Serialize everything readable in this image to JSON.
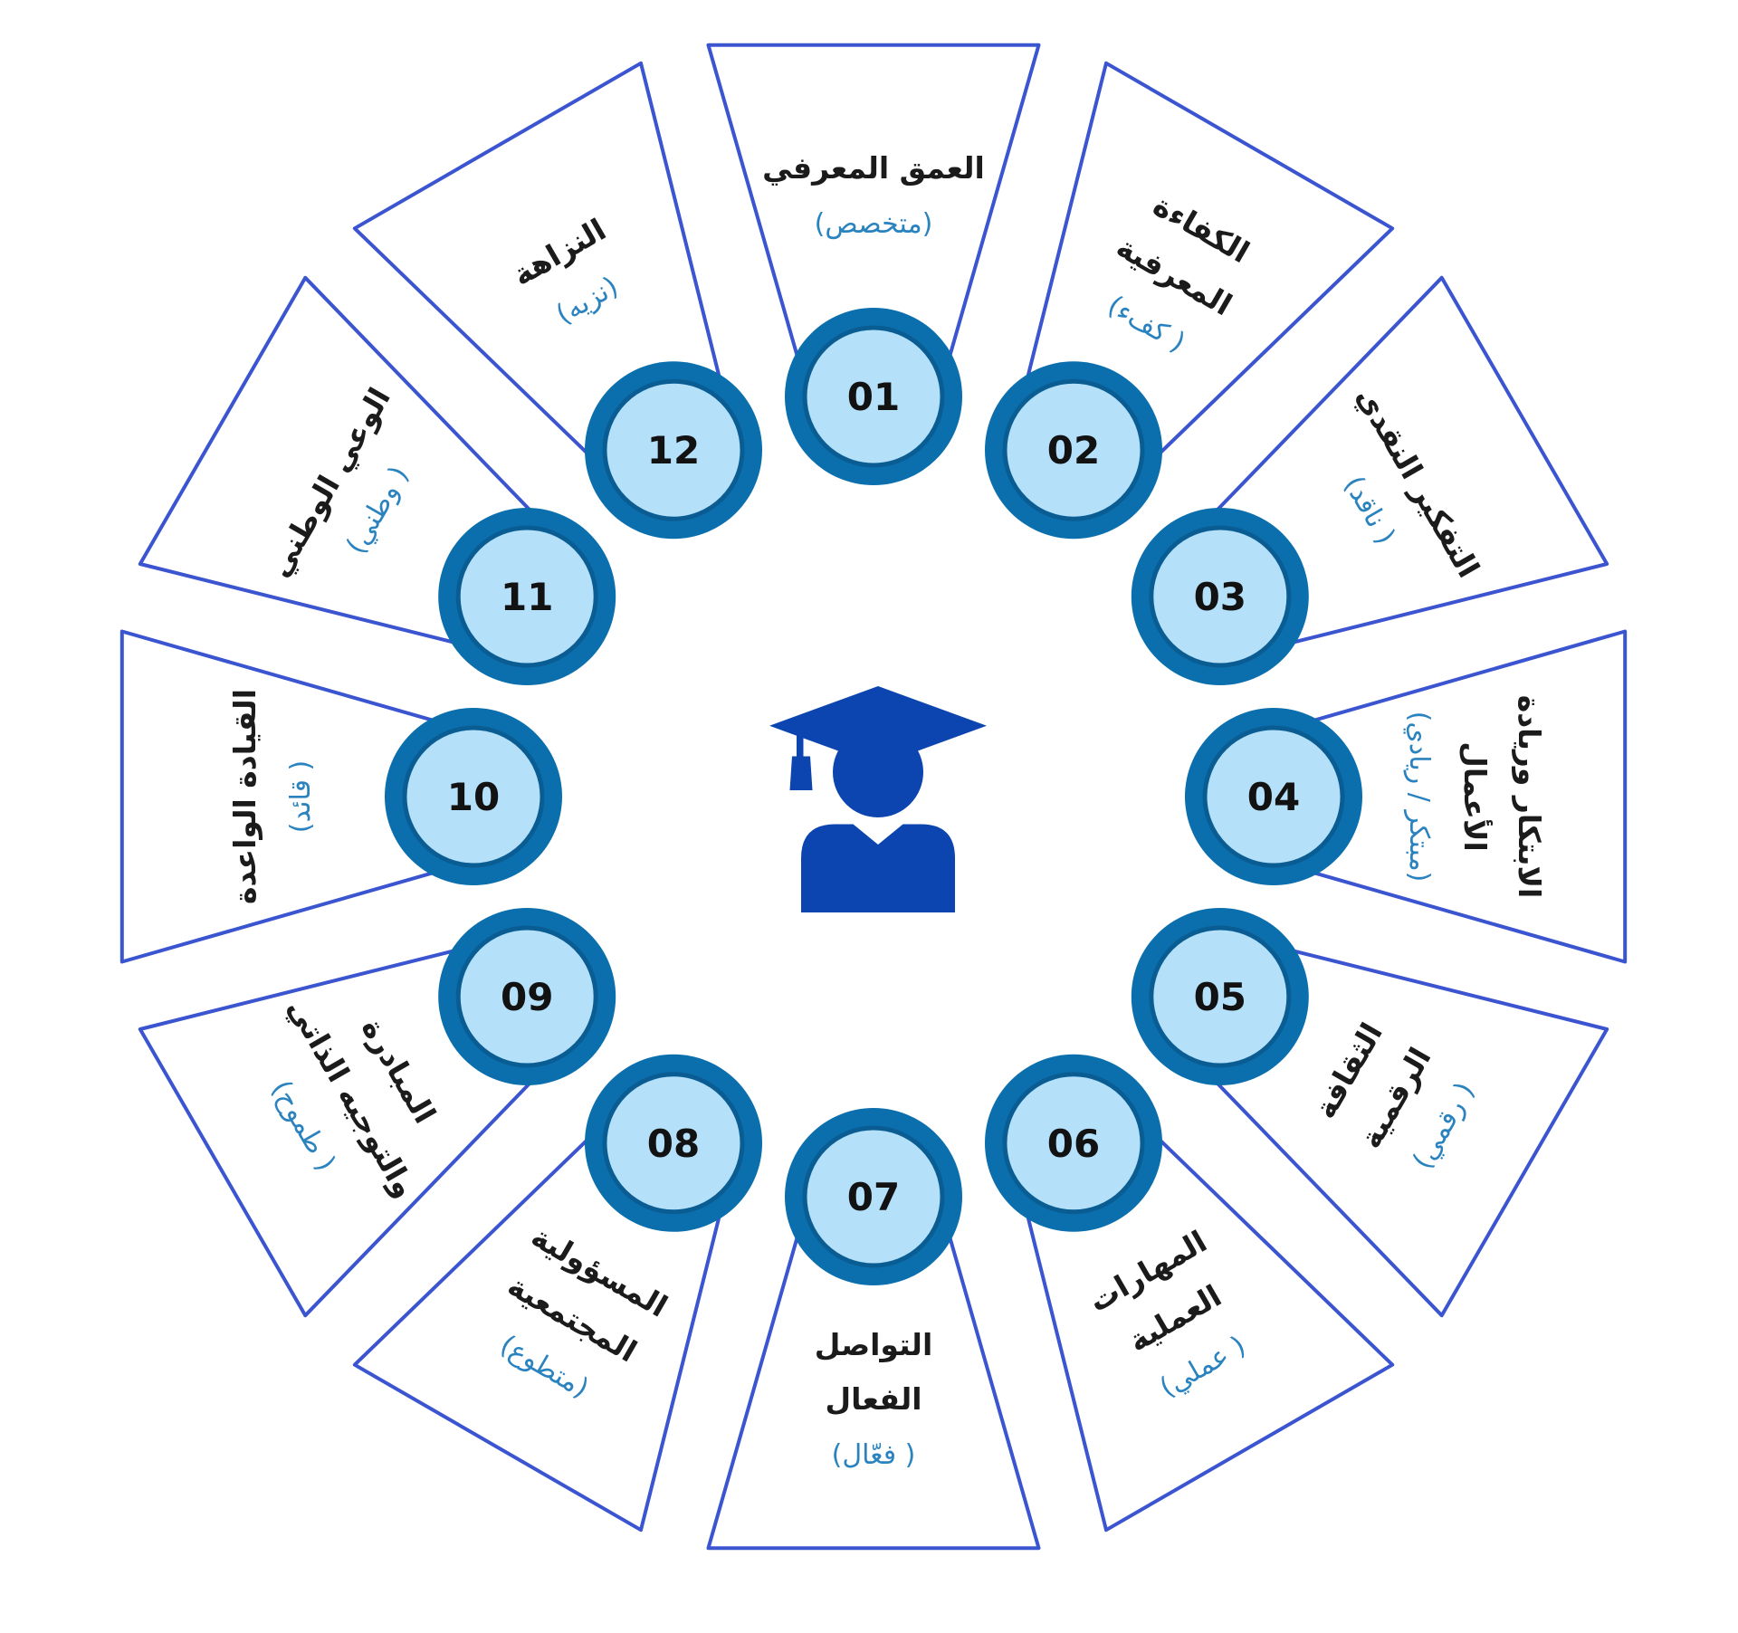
{
  "diagram": {
    "colors": {
      "segment_stroke": "#3b55d1",
      "segment_fill": "#ffffff",
      "circle_ring": "#0b6fae",
      "circle_inner_ring": "#0a5d93",
      "circle_fill": "#b4e0fa",
      "title_text": "#1b1b1b",
      "sub_text": "#2a83bf",
      "icon": "#0c45b0"
    },
    "center_icon": "graduate-icon",
    "segments": [
      {
        "number": "01",
        "title_lines": [
          "العمق المعرفي"
        ],
        "sub": "(متخصص)"
      },
      {
        "number": "02",
        "title_lines": [
          "الكفاءة",
          "المعرفية"
        ],
        "sub": "( كفء)"
      },
      {
        "number": "03",
        "title_lines": [
          "التفكير النقدي"
        ],
        "sub": "( ناقد)"
      },
      {
        "number": "04",
        "title_lines": [
          "الابتكار وريادة",
          "الأعمال"
        ],
        "sub": "(مبتكر / ريادي)"
      },
      {
        "number": "05",
        "title_lines": [
          "الثقافة",
          "الرقمية"
        ],
        "sub": "( رقمي)"
      },
      {
        "number": "06",
        "title_lines": [
          "المهارات",
          "العملية"
        ],
        "sub": "( عملي)"
      },
      {
        "number": "07",
        "title_lines": [
          "التواصل",
          "الفعال"
        ],
        "sub": "( فعّال)"
      },
      {
        "number": "08",
        "title_lines": [
          "المسؤولية",
          "المجتمعية"
        ],
        "sub": "(متطوع)"
      },
      {
        "number": "09",
        "title_lines": [
          "المبادرة",
          "والتوجيه الذاتي"
        ],
        "sub": "( طموح)"
      },
      {
        "number": "10",
        "title_lines": [
          "القيادة الواعدة"
        ],
        "sub": "( قائد)"
      },
      {
        "number": "11",
        "title_lines": [
          "الوعي الوطني"
        ],
        "sub": "( وطني)"
      },
      {
        "number": "12",
        "title_lines": [
          "النزاهة"
        ],
        "sub": "(نزيه)"
      }
    ]
  }
}
